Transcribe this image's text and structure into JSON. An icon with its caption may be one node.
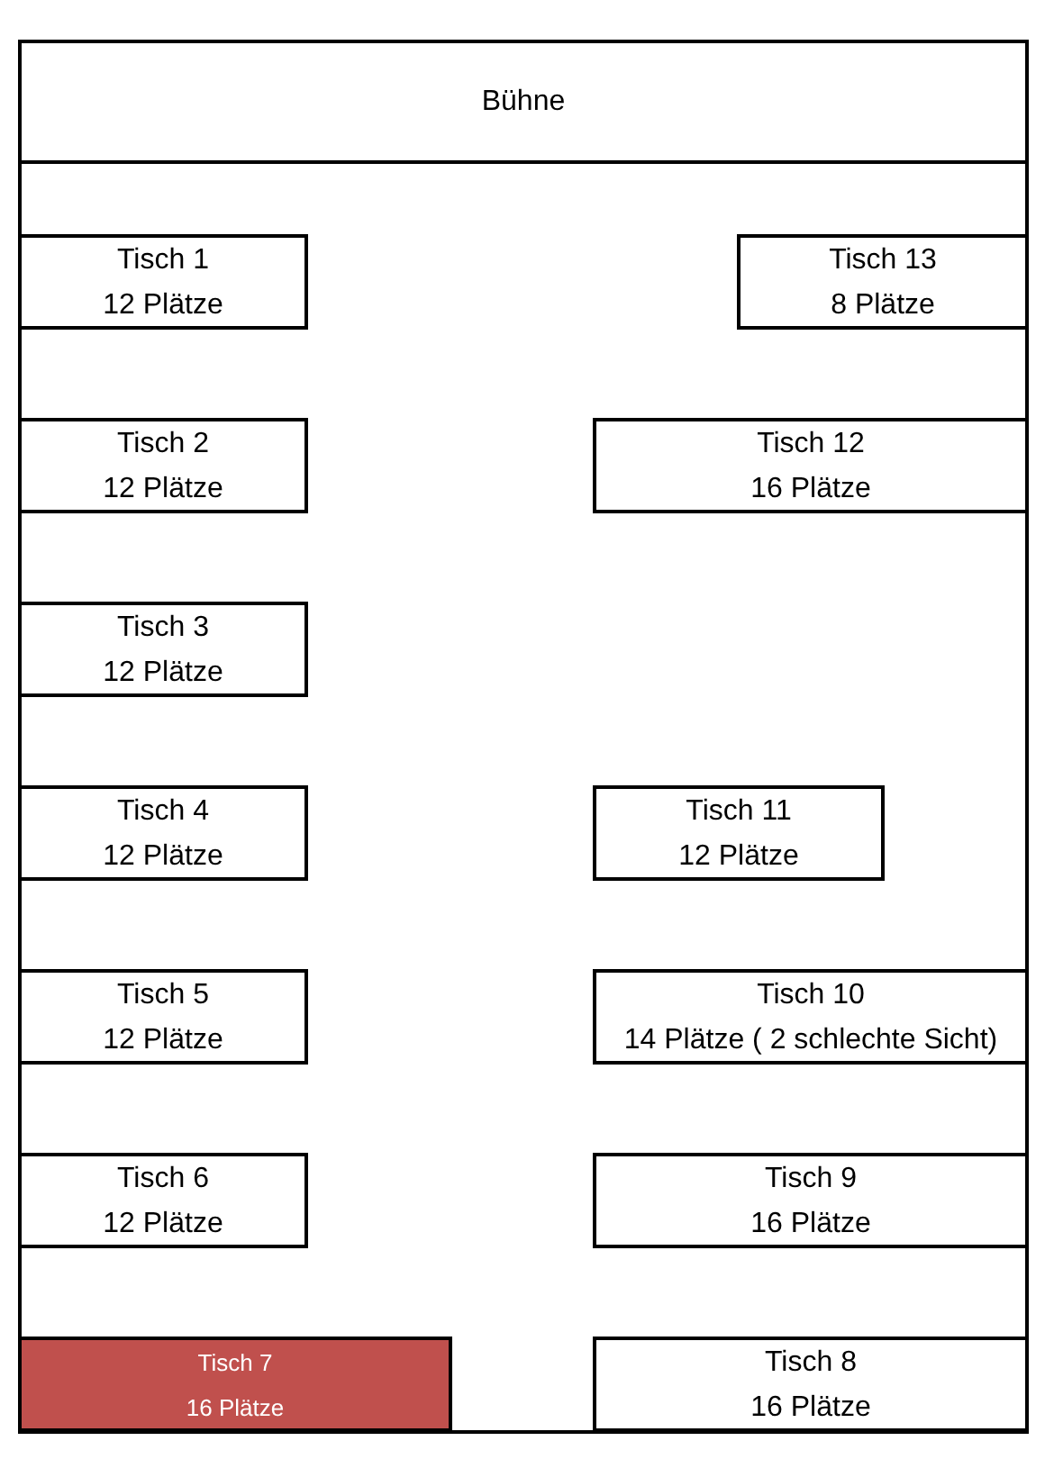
{
  "diagram": {
    "nodes": [
      {
        "text": [],
        "shape": "box"
      },
      {
        "text": [
          "Bühne"
        ],
        "in": 0
      },
      {
        "text": [
          "Tisch 1",
          "12 Plätze"
        ],
        "in": 0
      },
      {
        "text": [
          "Tisch 13",
          "8 Plätze"
        ],
        "in": 0
      },
      {
        "text": [
          "Tisch 2",
          "12 Plätze"
        ],
        "in": 0
      },
      {
        "text": [
          "Tisch 12",
          "16 Plätze"
        ],
        "in": 0
      },
      {
        "text": [
          "Tisch 3",
          "12 Plätze"
        ],
        "in": 0
      },
      {
        "text": [
          "Tisch 4",
          "12 Plätze"
        ],
        "in": 0
      },
      {
        "text": [
          "Tisch 11",
          "12 Plätze"
        ],
        "in": 0
      },
      {
        "text": [
          "Tisch 5",
          "12 Plätze"
        ],
        "in": 0
      },
      {
        "text": [
          "Tisch 10",
          "14 Plätze ( 2 schlechte Sicht)"
        ],
        "in": 0
      },
      {
        "text": [
          "Tisch 6",
          "12 Plätze"
        ],
        "in": 0
      },
      {
        "text": [
          "Tisch 9",
          "16 Plätze"
        ],
        "in": 0
      },
      {
        "text": [
          "Tisch 7",
          "16 Plätze"
        ],
        "in": 0
      },
      {
        "text": [
          "Tisch 8",
          "16 Plätze"
        ],
        "in": 0
      }
    ]
  }
}
